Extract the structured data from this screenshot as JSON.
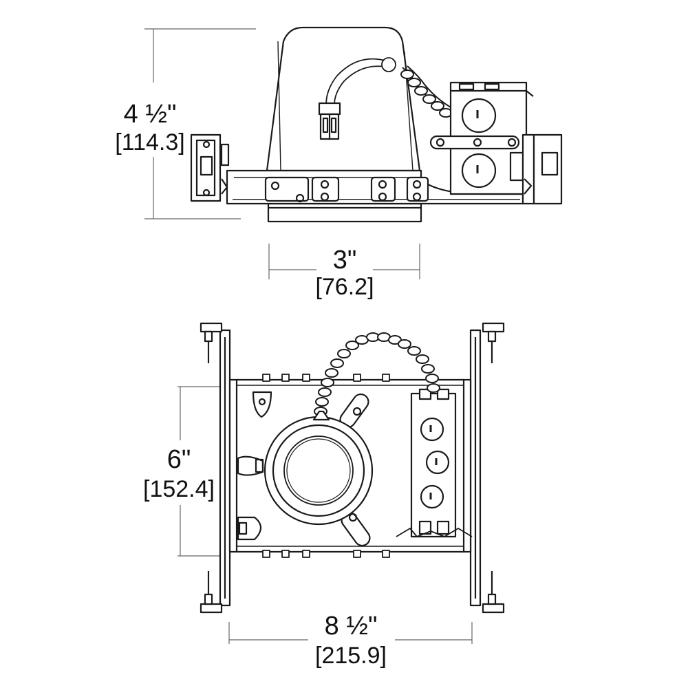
{
  "dimensions": {
    "height": {
      "imperial": "4 ½\"",
      "metric": "[114.3]"
    },
    "aperture": {
      "imperial": "3\"",
      "metric": "[76.2]"
    },
    "depth": {
      "imperial": "6\"",
      "metric": "[152.4]"
    },
    "width": {
      "imperial": "8 ½\"",
      "metric": "[215.9]"
    }
  },
  "colors": {
    "line": "#1a1a1a",
    "dim_line": "#666666",
    "background": "#ffffff"
  }
}
